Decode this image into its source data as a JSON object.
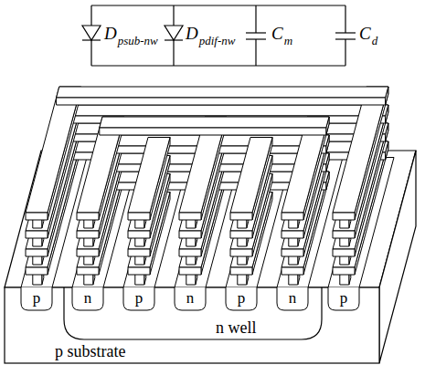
{
  "diagram": {
    "labels": [
      "D",
      "psub-nw",
      "D",
      "pdif-nw",
      "C",
      "m",
      "C",
      "d",
      "p",
      "n",
      "p",
      "n",
      "p",
      "n",
      "p",
      "n well",
      "p substrate"
    ]
  }
}
